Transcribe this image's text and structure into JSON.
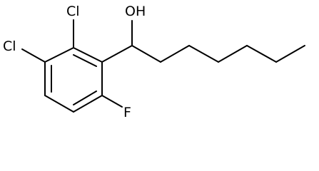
{
  "structure": {
    "labels": {
      "hydroxyl": "OH",
      "chloro_top": "Cl",
      "chloro_left": "Cl",
      "fluoro": "F"
    },
    "colors": {
      "bond": "#000000",
      "label": "#000000",
      "background": "#ffffff"
    }
  }
}
